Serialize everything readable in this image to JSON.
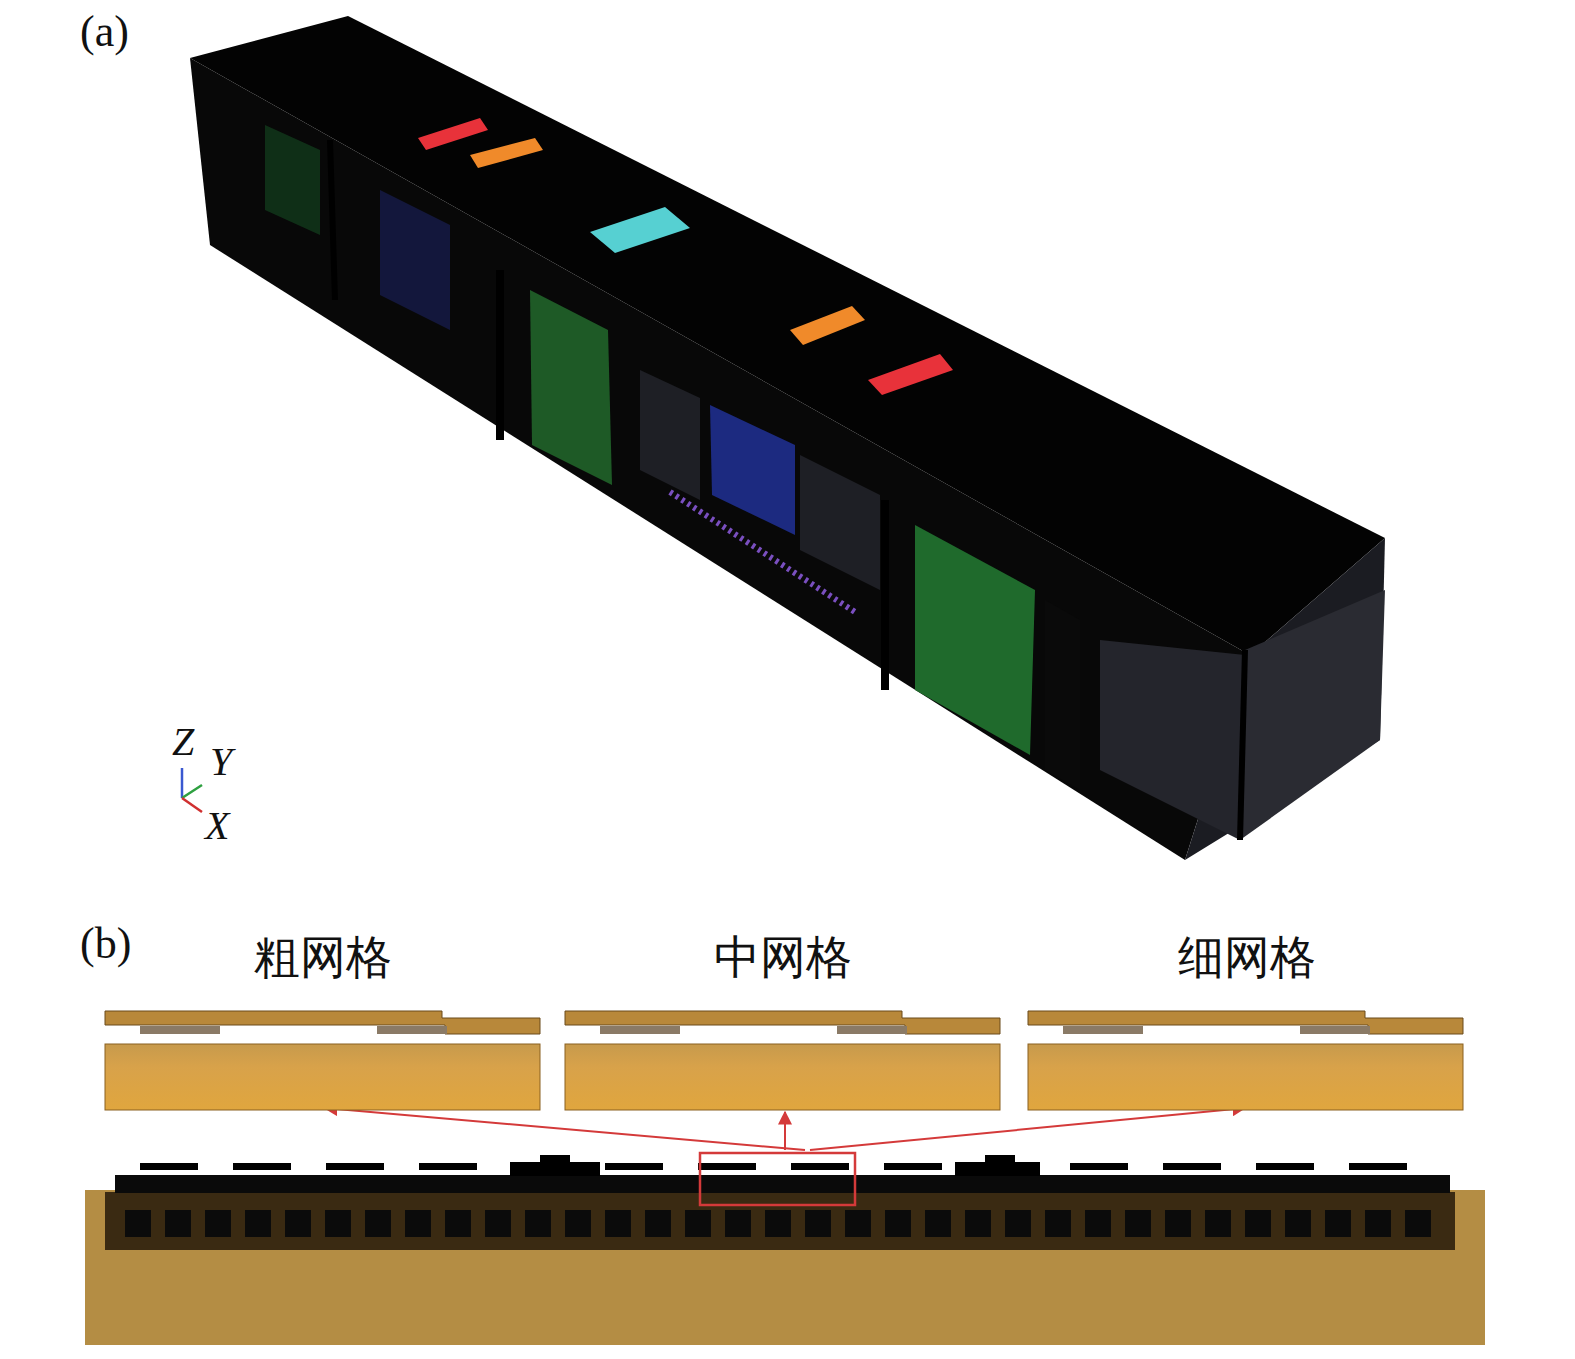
{
  "diagram": {
    "nodes": [
      {
        "text": [
          "粗网格"
        ]
      },
      {
        "text": [
          "中网格"
        ]
      },
      {
        "text": [
          "细网格"
        ]
      }
    ],
    "labels": [
      "(a)",
      "Z",
      "Y",
      "X",
      "(b)"
    ]
  }
}
